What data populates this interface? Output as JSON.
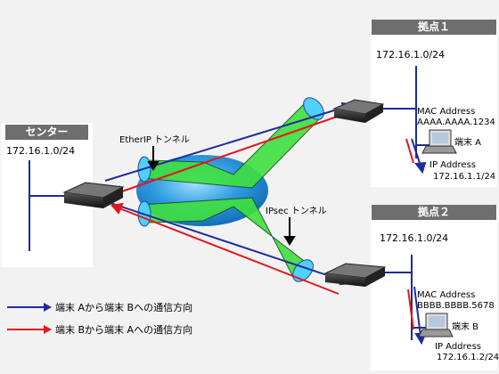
{
  "sites": {
    "center": {
      "title": "センター",
      "subnet": "172.16.1.0/24"
    },
    "site1": {
      "title": "拠点１",
      "subnet": "172.16.1.0/24",
      "mac_label": "MAC Address",
      "mac": "AAAA.AAAA.1234",
      "terminal": "端末 A",
      "ip_label": "IP Address",
      "ip": "172.16.1.1/24"
    },
    "site2": {
      "title": "拠点２",
      "subnet": "172.16.1.0/24",
      "mac_label": "MAC Address",
      "mac": "BBBB.BBBB.5678",
      "terminal": "端末 B",
      "ip_label": "IP Address",
      "ip": "172.16.1.2/24"
    }
  },
  "tunnels": {
    "etherip": "EtherIP トンネル",
    "ipsec": "IPsec トンネル"
  },
  "legend": [
    {
      "label": "端末 Aから端末 Bへの通信方向",
      "color": "#1f2a9e"
    },
    {
      "label": "端末 Bから端末 Aへの通信方向",
      "color": "#e8141c"
    }
  ],
  "colors": {
    "tunnel": "#3fe03f",
    "globe": "#2f9be0",
    "header": "#6e6e6e"
  }
}
